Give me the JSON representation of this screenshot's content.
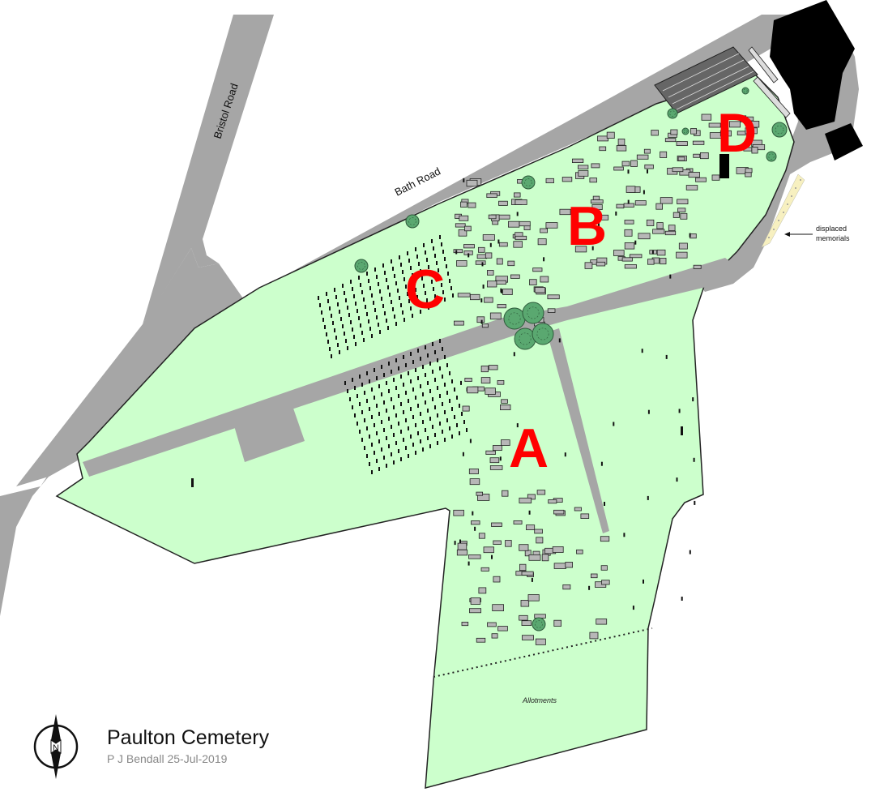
{
  "map": {
    "title": "Paulton Cemetery",
    "credit": "P J Bendall 25-Jul-2019",
    "roads": {
      "bristol_road": "Bristol Road",
      "bath_road": "Bath Road"
    },
    "sections": [
      "A",
      "B",
      "C",
      "D"
    ],
    "annotations": {
      "displaced_line1": "displaced",
      "displaced_line2": "memorials",
      "allotments": "Allotments"
    },
    "compass_letter": "N",
    "icons": [
      "compass-icon",
      "tree-icon",
      "arrow-icon"
    ],
    "colors": {
      "grounds": "#ccffcc",
      "roads": "#a6a6a6",
      "paths": "#a6a6a6",
      "buildings": "#000000",
      "section_labels": "#ff0000",
      "trees": "#5aa870",
      "graves": "#b7b7b7"
    }
  }
}
